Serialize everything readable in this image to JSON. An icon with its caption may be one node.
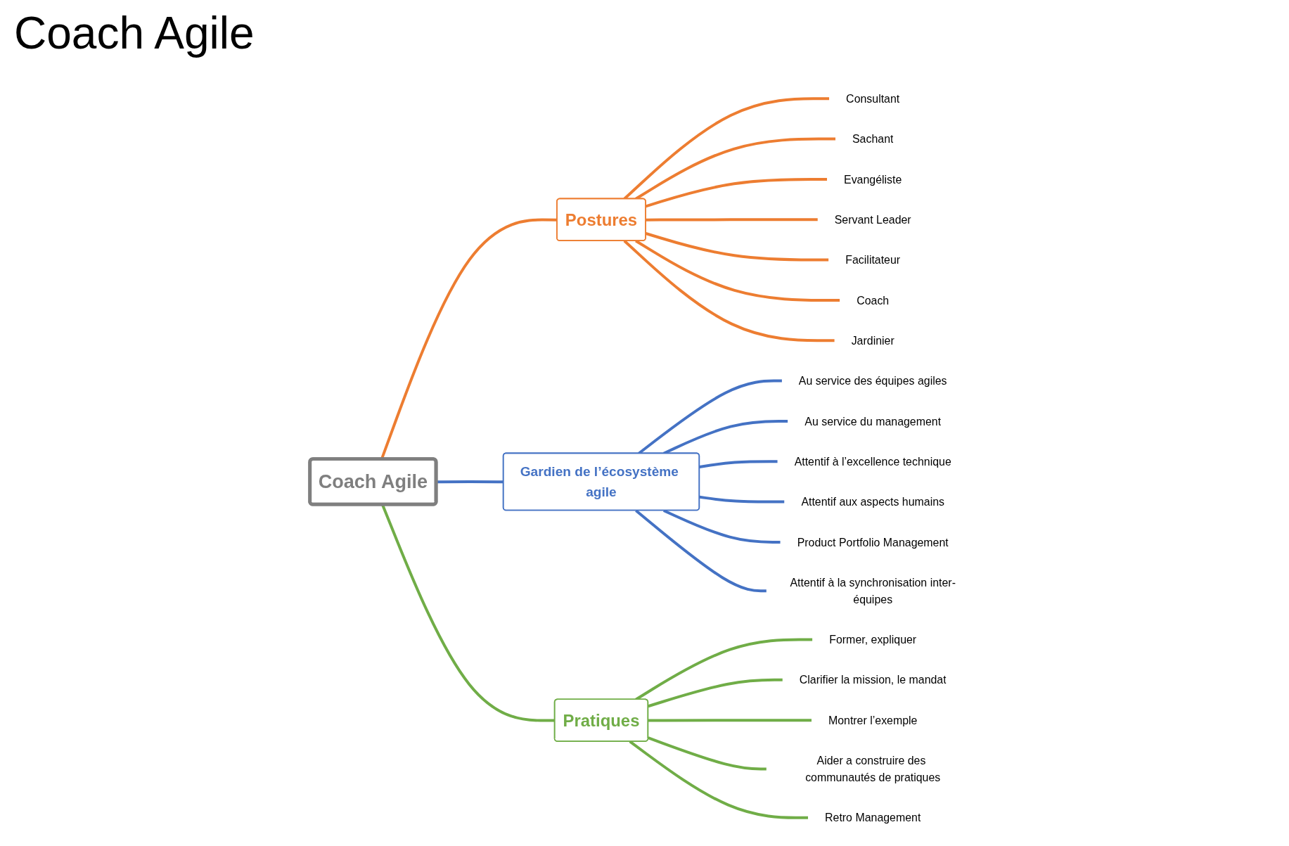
{
  "diagram": {
    "title": "Coach Agile",
    "nodes": [
      {
        "text": [
          "Coach Agile"
        ]
      },
      {
        "text": [
          "Postures"
        ]
      },
      {
        "text": [
          "Gardien de l’écosystème agile"
        ]
      },
      {
        "text": [
          "Pratiques"
        ]
      },
      {
        "text": [
          "Consultant"
        ]
      },
      {
        "text": [
          "Sachant"
        ]
      },
      {
        "text": [
          "Evangéliste"
        ]
      },
      {
        "text": [
          "Servant Leader"
        ]
      },
      {
        "text": [
          "Facilitateur"
        ]
      },
      {
        "text": [
          "Coach"
        ]
      },
      {
        "text": [
          "Jardinier"
        ]
      },
      {
        "text": [
          "Au service des équipes agiles"
        ]
      },
      {
        "text": [
          "Au service du management"
        ]
      },
      {
        "text": [
          "Attentif à l’excellence technique"
        ]
      },
      {
        "text": [
          "Attentif aux aspects humains"
        ]
      },
      {
        "text": [
          "Product Portfolio Management"
        ]
      },
      {
        "text": [
          "Attentif à la synchronisation inter-équipes"
        ]
      },
      {
        "text": [
          "Former, expliquer"
        ]
      },
      {
        "text": [
          "Clarifier la mission, le mandat"
        ]
      },
      {
        "text": [
          "Montrer l’exemple"
        ]
      },
      {
        "text": [
          "Aider a construire des communautés de pratiques"
        ]
      },
      {
        "text": [
          "Retro Management"
        ]
      }
    ],
    "edges": [
      {
        "from": 0,
        "to": 1,
        "arrow": "none",
        "color": "#ed7d31"
      },
      {
        "from": 0,
        "to": 2,
        "arrow": "none",
        "color": "#4472c4"
      },
      {
        "from": 0,
        "to": 3,
        "arrow": "none",
        "color": "#70ad47"
      },
      {
        "from": 1,
        "to": 4,
        "arrow": "none",
        "color": "#ed7d31"
      },
      {
        "from": 1,
        "to": 5,
        "arrow": "none",
        "color": "#ed7d31"
      },
      {
        "from": 1,
        "to": 6,
        "arrow": "none",
        "color": "#ed7d31"
      },
      {
        "from": 1,
        "to": 7,
        "arrow": "none",
        "color": "#ed7d31"
      },
      {
        "from": 1,
        "to": 8,
        "arrow": "none",
        "color": "#ed7d31"
      },
      {
        "from": 1,
        "to": 9,
        "arrow": "none",
        "color": "#ed7d31"
      },
      {
        "from": 1,
        "to": 10,
        "arrow": "none",
        "color": "#ed7d31"
      },
      {
        "from": 2,
        "to": 11,
        "arrow": "none",
        "color": "#4472c4"
      },
      {
        "from": 2,
        "to": 12,
        "arrow": "none",
        "color": "#4472c4"
      },
      {
        "from": 2,
        "to": 13,
        "arrow": "none",
        "color": "#4472c4"
      },
      {
        "from": 2,
        "to": 14,
        "arrow": "none",
        "color": "#4472c4"
      },
      {
        "from": 2,
        "to": 15,
        "arrow": "none",
        "color": "#4472c4"
      },
      {
        "from": 2,
        "to": 16,
        "arrow": "none",
        "color": "#4472c4"
      },
      {
        "from": 3,
        "to": 17,
        "arrow": "none",
        "color": "#70ad47"
      },
      {
        "from": 3,
        "to": 18,
        "arrow": "none",
        "color": "#70ad47"
      },
      {
        "from": 3,
        "to": 19,
        "arrow": "none",
        "color": "#70ad47"
      },
      {
        "from": 3,
        "to": 20,
        "arrow": "none",
        "color": "#70ad47"
      },
      {
        "from": 3,
        "to": 21,
        "arrow": "none",
        "color": "#70ad47"
      }
    ]
  }
}
